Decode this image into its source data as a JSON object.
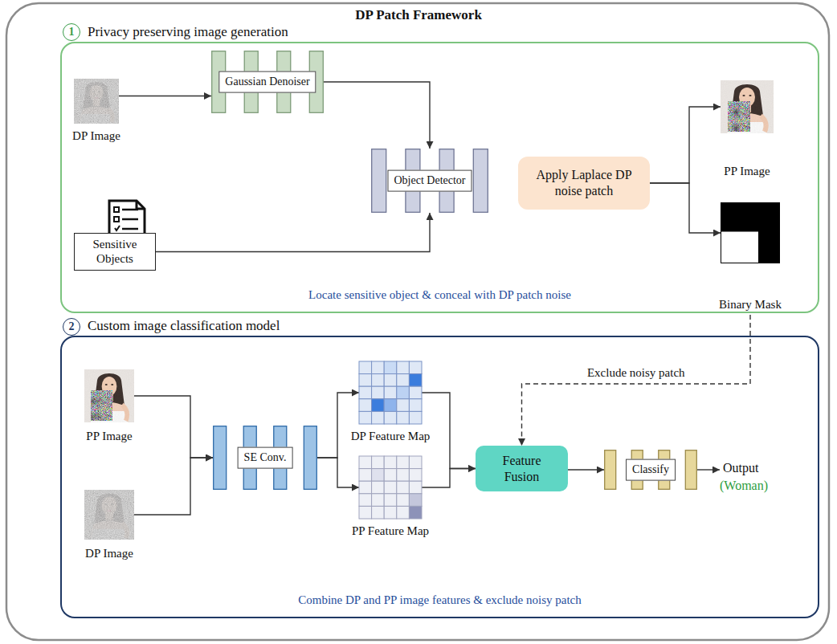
{
  "diagram": {
    "title": "DP Patch Framework",
    "nodes": [
      {
        "text": [
          "Privacy preserving image generation",
          "Locate sensitive object & conceal with DP patch noise"
        ]
      },
      {
        "text": [
          "1"
        ],
        "in": 0
      },
      {
        "text": [
          "DP Image"
        ],
        "in": 0
      },
      {
        "text": [
          "Gaussian Denoiser"
        ],
        "in": 0
      },
      {
        "text": [
          "Sensitive Objects"
        ],
        "in": 0
      },
      {
        "text": [
          "Object Detector"
        ],
        "in": 0
      },
      {
        "text": [
          "Apply Laplace DP noise patch"
        ],
        "in": 0
      },
      {
        "text": [
          "PP Image"
        ],
        "in": 0
      },
      {
        "text": [
          "Binary Mask"
        ],
        "in": 0
      },
      {
        "text": [
          "Custom image classification model",
          "Combine DP and PP image features & exclude noisy patch"
        ]
      },
      {
        "text": [
          "2"
        ],
        "in": 9
      },
      {
        "text": [
          "PP Image"
        ],
        "in": 9
      },
      {
        "text": [
          "DP Image"
        ],
        "in": 9
      },
      {
        "text": [
          "SE Conv."
        ],
        "in": 9
      },
      {
        "text": [
          "DP Feature Map"
        ],
        "in": 9
      },
      {
        "text": [
          "PP Feature Map"
        ],
        "in": 9
      },
      {
        "text": [
          "Feature Fusion"
        ],
        "in": 9
      },
      {
        "text": [
          "Classify"
        ],
        "in": 9
      }
    ],
    "edges": [
      {
        "from": 2,
        "to": 3,
        "arrow": "to"
      },
      {
        "from": 3,
        "to": 5,
        "arrow": "to"
      },
      {
        "from": 4,
        "to": 5,
        "arrow": "to"
      },
      {
        "from": 6,
        "to": 7,
        "arrow": "to"
      },
      {
        "from": 6,
        "to": 8,
        "arrow": "to"
      },
      {
        "from": 8,
        "to": 16,
        "label": "Exclude noisy patch",
        "arrow": "to"
      },
      {
        "from": 11,
        "to": 13,
        "arrow": "to"
      },
      {
        "from": 12,
        "to": 13,
        "arrow": "to"
      },
      {
        "from": 13,
        "to": 14,
        "arrow": "to"
      },
      {
        "from": 13,
        "to": 15,
        "arrow": "to"
      },
      {
        "from": 14,
        "to": 16,
        "arrow": "to"
      },
      {
        "from": 15,
        "to": 16,
        "arrow": "to"
      },
      {
        "from": 16,
        "to": 17,
        "arrow": "to"
      }
    ],
    "labels": [
      "Output",
      "(Woman)"
    ]
  }
}
